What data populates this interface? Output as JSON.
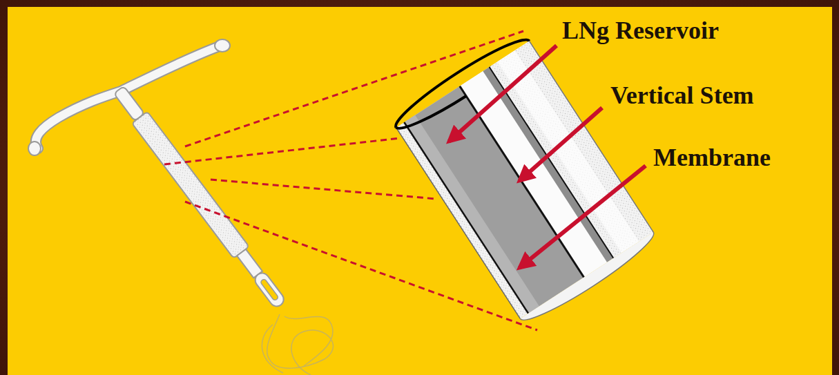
{
  "diagram": {
    "labels": [
      "LNg Reservoir",
      "Vertical Stem",
      "Membrane"
    ]
  }
}
